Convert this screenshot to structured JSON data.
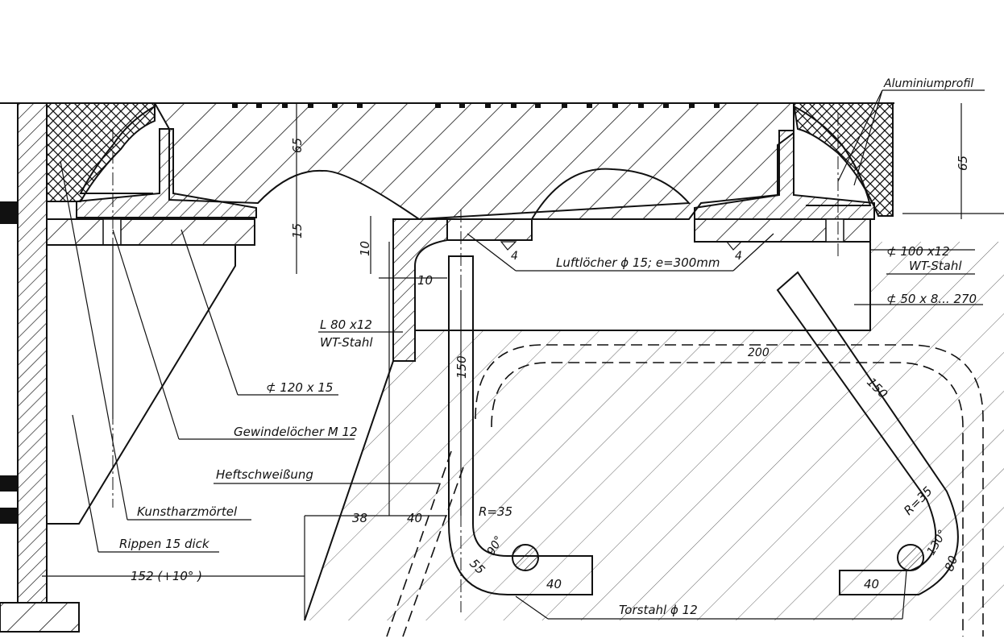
{
  "labels": {
    "aluminium": "Aluminiumprofil",
    "dim_65_left": "65",
    "dim_65_right": "65",
    "dim_15": "15",
    "dim_10_vert": "10",
    "dim_10_horiz": "10",
    "luftloecher": "Luftlöcher ϕ 15; e=300mm",
    "weld_4_a": "4",
    "weld_4_b": "4",
    "plate_100": "⊄ 100 x12",
    "wt_stahl_right": "WT-Stahl",
    "plate_50": "⊄ 50 x 8... 270",
    "angle_l80": "L 80 x12",
    "wt_stahl_left": "WT-Stahl",
    "plate_120": "⊄ 120 x 15",
    "gewinde": "Gewindelöcher M 12",
    "heftschweiss": "Heftschweißung",
    "kunstharz": "Kunstharzmörtel",
    "rippen": "Rippen 15 dick",
    "dim_152": "152 (+10°  )",
    "dim_38": "38",
    "dim_40_a": "40",
    "dim_150_vert": "150",
    "dim_150_diag": "150",
    "r35_left": "R=35",
    "r35_right": "R=35",
    "angle_90": "90°",
    "angle_130": "130°",
    "dim_55": "55",
    "dim_40_b": "40",
    "dim_40_c": "40",
    "dim_80": "80",
    "torstahl": "Torstahl ϕ 12",
    "dim_200": "200"
  }
}
